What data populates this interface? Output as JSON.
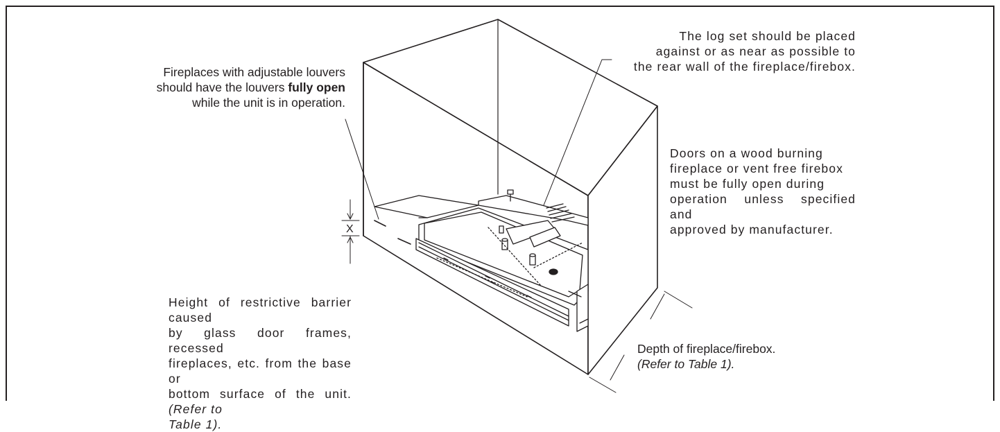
{
  "captions": {
    "louvers": {
      "line1": "Fireplaces with adjustable louvers",
      "line2_prefix": "should have the louvers ",
      "line2_bold": "fully open",
      "line3": "while the unit is in operation."
    },
    "logset": {
      "line1": "The log set should be placed",
      "line2": "against or as near as possible to",
      "line3": "the rear wall of the fireplace/firebox."
    },
    "doors": {
      "line1": "Doors on a wood burning",
      "line2": "fireplace or vent free firebox",
      "line3": "must be fully open during",
      "line4": "operation unless specified and",
      "line5": "approved by manufacturer."
    },
    "barrier": {
      "line1": "Height of restrictive barrier caused",
      "line2": "by glass door frames, recessed",
      "line3": "fireplaces, etc. from the base or",
      "line4_prefix": "bottom surface of the unit. ",
      "line4_italic": "(Refer to",
      "line5_italic": "Table 1)."
    },
    "depth": {
      "line1": "Depth of fireplace/firebox.",
      "line2_italic": "(Refer to Table 1)."
    }
  },
  "dimension_label": "X"
}
